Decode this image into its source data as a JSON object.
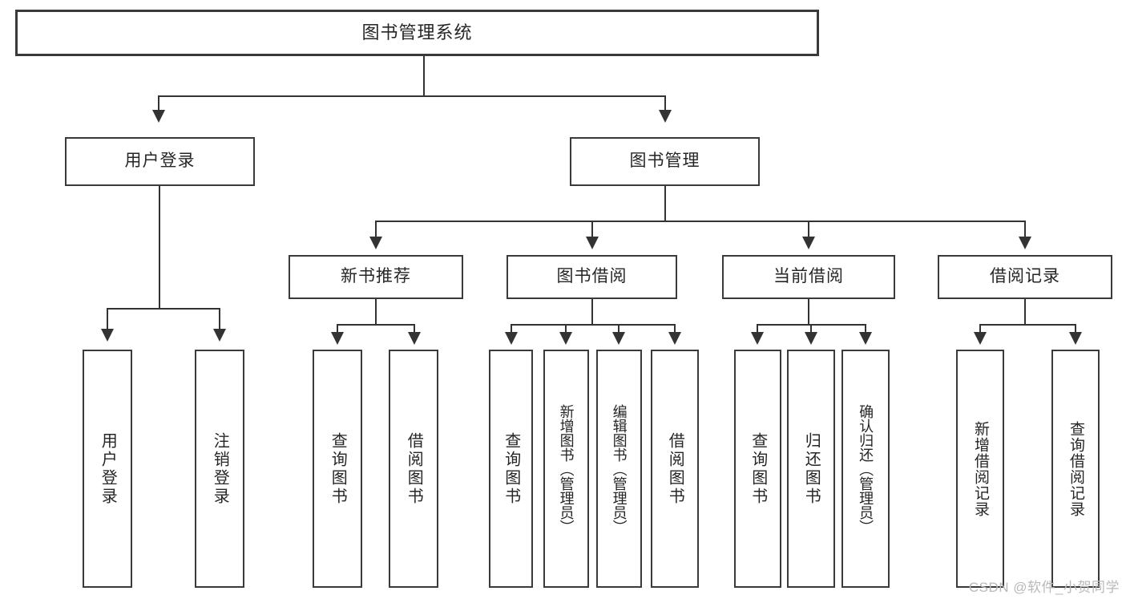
{
  "diagram": {
    "title": "图书管理系统",
    "watermark": "CSDN @软件_小贺同学",
    "levels": {
      "root": {
        "label": "图书管理系统"
      },
      "level1": [
        {
          "label": "用户登录"
        },
        {
          "label": "图书管理"
        }
      ],
      "level2": [
        {
          "label": "新书推荐"
        },
        {
          "label": "图书借阅"
        },
        {
          "label": "当前借阅"
        },
        {
          "label": "借阅记录"
        }
      ],
      "leaves": [
        {
          "label": "用户登录"
        },
        {
          "label": "注销登录"
        },
        {
          "label": "查询图书"
        },
        {
          "label": "借阅图书"
        },
        {
          "label": "查询图书"
        },
        {
          "label": "新增图书（管理员）"
        },
        {
          "label": "编辑图书（管理员）"
        },
        {
          "label": "借阅图书"
        },
        {
          "label": "查询图书"
        },
        {
          "label": "归还图书"
        },
        {
          "label": "确认归还（管理员）"
        },
        {
          "label": "新增借阅记录"
        },
        {
          "label": "查询借阅记录"
        }
      ]
    },
    "colors": {
      "stroke": "#333333",
      "box_border": "#3a3a3a",
      "background": "#ffffff",
      "text": "#262626",
      "watermark": "#b9b9b9"
    }
  }
}
